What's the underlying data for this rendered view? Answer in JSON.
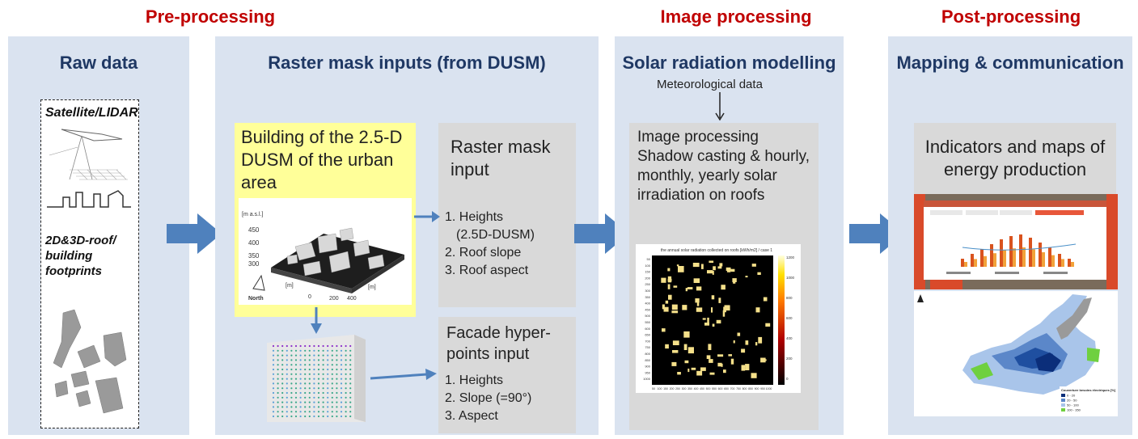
{
  "phases": {
    "pre": "Pre-processing",
    "image": "Image processing",
    "post": "Post-processing"
  },
  "panels": {
    "raw_data": {
      "title": "Raw data",
      "satellite_label": "Satellite/LIDAR",
      "footprints_label": "2D&3D-roof/ building footprints"
    },
    "raster": {
      "title": "Raster mask inputs (from DUSM)",
      "building_box": "Building of the 2.5-D DUSM of the urban area",
      "dusm_plot": {
        "y_unit": "[m a.s.l.]",
        "y_ticks": [
          "450",
          "400",
          "350",
          "300"
        ],
        "x_unit": "[m]",
        "x_ticks": [
          "0",
          "200",
          "400"
        ],
        "north": "North"
      },
      "raster_mask": {
        "title": "Raster mask input",
        "items": [
          "1. Heights",
          "(2.5D-DUSM)",
          "2. Roof slope",
          "3. Roof aspect"
        ]
      },
      "facade": {
        "title": "Facade hyper-points input",
        "items": [
          "1. Heights",
          "2. Slope (=90°)",
          "3. Aspect"
        ]
      }
    },
    "solar": {
      "title": "Solar radiation modelling",
      "meteo": "Meteorological  data",
      "box_title": "Image processing",
      "box_text": "Shadow casting & hourly, monthly, yearly solar irradiation on roofs",
      "map": {
        "title": "the annual solar radiation collected on roofs [kWh/m2] / case 1",
        "y_ticks": [
          "50",
          "100",
          "150",
          "200",
          "250",
          "300",
          "350",
          "400",
          "450",
          "500",
          "550",
          "600",
          "650",
          "700",
          "750",
          "800",
          "850",
          "900",
          "950",
          "1000"
        ],
        "x_ticks": [
          "50",
          "100",
          "150",
          "200",
          "250",
          "300",
          "350",
          "400",
          "450",
          "500",
          "550",
          "600",
          "650",
          "700",
          "750",
          "800",
          "850",
          "900",
          "950",
          "1000"
        ],
        "colorbar_ticks": [
          "1200",
          "1000",
          "800",
          "600",
          "400",
          "200",
          "0"
        ]
      }
    },
    "mapping": {
      "title": "Mapping & communication",
      "box_title": "Indicators and maps of energy production",
      "legend": {
        "title": "Couverture besoins électriques [%]",
        "items": [
          "0 - 20",
          "20 - 50",
          "50 - 100",
          "100 - 350"
        ]
      }
    }
  },
  "colors": {
    "phase": "#c00000",
    "panel": "#dae3f0",
    "title": "#1f3864",
    "arrow": "#4f81bd"
  }
}
